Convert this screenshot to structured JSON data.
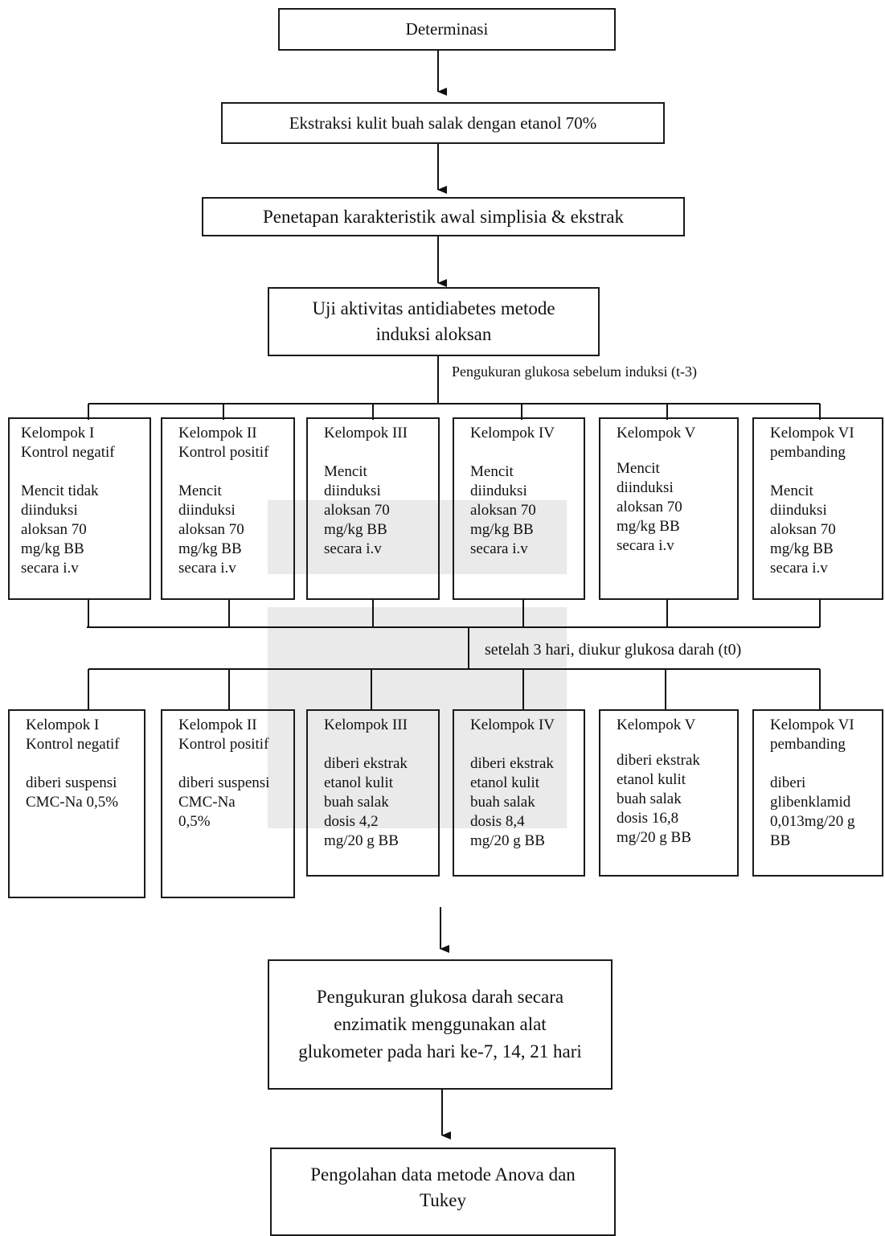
{
  "flow": {
    "step1": "Determinasi",
    "step2": "Ekstraksi kulit buah salak dengan etanol 70%",
    "step3": "Penetapan karakteristik awal simplisia & ekstrak",
    "step4": "Uji aktivitas antidiabetes metode\ninduksi aloksan",
    "label_pre": "Pengukuran glukosa sebelum induksi (t-3)",
    "label_t0": "setelah 3 hari, diukur glukosa darah (t0)",
    "step5": "Pengukuran glukosa darah  secara\nenzimatik menggunakan alat\nglukometer pada hari ke-7, 14, 21 hari",
    "step6": "Pengolahan data metode Anova dan\nTukey"
  },
  "groups_induction": [
    {
      "title": "Kelompok I\nKontrol  negatif",
      "desc": "Mencit  tidak\ndiinduksi\naloksan 70\nmg/kg BB\nsecara i.v"
    },
    {
      "title": "Kelompok  II\nKontrol positif",
      "desc": "Mencit\ndiinduksi\naloksan 70\nmg/kg BB\nsecara i.v"
    },
    {
      "title": "Kelompok III",
      "desc": "Mencit\ndiinduksi\naloksan 70\nmg/kg BB\nsecara i.v"
    },
    {
      "title": "Kelompok IV",
      "desc": "Mencit\ndiinduksi\naloksan 70\nmg/kg BB\nsecara i.v"
    },
    {
      "title": "Kelompok V",
      "desc": "Mencit\ndiinduksi\naloksan 70\nmg/kg BB\nsecara i.v"
    },
    {
      "title": "Kelompok VI\npembanding",
      "desc": "Mencit\ndiinduksi\naloksan 70\nmg/kg BB\nsecara i.v"
    }
  ],
  "groups_treatment": [
    {
      "title": "Kelompok I\nKontrol negatif",
      "desc": "diberi suspensi\nCMC-Na 0,5%"
    },
    {
      "title": "Kelompok  II\nKontrol positif",
      "desc": "diberi suspensi\nCMC-Na\n0,5%"
    },
    {
      "title": "Kelompok III",
      "desc": "diberi ekstrak\netanol kulit\nbuah salak\ndosis 4,2\nmg/20 g BB"
    },
    {
      "title": "Kelompok IV",
      "desc": "diberi ekstrak\netanol kulit\nbuah salak\ndosis 8,4\nmg/20 g BB"
    },
    {
      "title": "Kelompok V",
      "desc": "diberi  ekstrak\netanol kulit\nbuah salak\ndosis 16,8\nmg/20 g BB"
    },
    {
      "title": "Kelompok VI\npembanding",
      "desc": "diberi\nglibenklamid\n0,013mg/20 g\nBB"
    }
  ]
}
